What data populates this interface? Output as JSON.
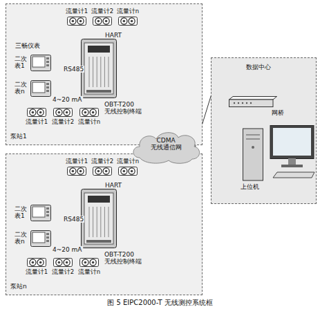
{
  "diagram": {
    "caption": "图 5 EIPC2000-T 无线测控系统框",
    "nodes": [
      {
        "text": [
          "泵站1"
        ]
      },
      {
        "text": [
          "流量计1"
        ],
        "in": 0
      },
      {
        "text": [
          "流量计2"
        ],
        "in": 0
      },
      {
        "text": [
          "流量计n"
        ],
        "in": 0
      },
      {
        "text": [
          "二次表1"
        ],
        "in": 0
      },
      {
        "text": [
          "二次表n"
        ],
        "in": 0
      },
      {
        "text": [
          "OBT-T200 无线控制终端"
        ],
        "in": 0
      },
      {
        "text": [
          "流量计1"
        ],
        "in": 0
      },
      {
        "text": [
          "流量计2"
        ],
        "in": 0
      },
      {
        "text": [
          "流量计n"
        ],
        "in": 0
      },
      {
        "text": [
          "泵站n"
        ]
      },
      {
        "text": [
          "流量计1"
        ],
        "in": 10
      },
      {
        "text": [
          "流量计2"
        ],
        "in": 10
      },
      {
        "text": [
          "流量计n"
        ],
        "in": 10
      },
      {
        "text": [
          "二次表1"
        ],
        "in": 10
      },
      {
        "text": [
          "二次表n"
        ],
        "in": 10
      },
      {
        "text": [
          "OBT-T200 无线控制终端"
        ],
        "in": 10
      },
      {
        "text": [
          "流量计1"
        ],
        "in": 10
      },
      {
        "text": [
          "流量计2"
        ],
        "in": 10
      },
      {
        "text": [
          "流量计n"
        ],
        "in": 10
      },
      {
        "text": [
          "CDMA 无线通信网"
        ]
      },
      {
        "text": [
          "数据中心"
        ]
      },
      {
        "text": [
          "网桥"
        ],
        "in": 21
      },
      {
        "text": [
          "上位机"
        ],
        "in": 21
      }
    ],
    "edges": [
      {
        "from": 1,
        "to": 6,
        "arrow": "none",
        "label": "HART"
      },
      {
        "from": 2,
        "to": 6,
        "arrow": "none"
      },
      {
        "from": 3,
        "to": 6,
        "arrow": "none"
      },
      {
        "from": 4,
        "to": 6,
        "arrow": "none",
        "label": "RS485"
      },
      {
        "from": 5,
        "to": 6,
        "arrow": "none"
      },
      {
        "from": 7,
        "to": 6,
        "arrow": "none",
        "label": "4~20 mA"
      },
      {
        "from": 8,
        "to": 6,
        "arrow": "none"
      },
      {
        "from": 9,
        "to": 6,
        "arrow": "none"
      },
      {
        "from": 11,
        "to": 16,
        "arrow": "none",
        "label": "HART"
      },
      {
        "from": 12,
        "to": 16,
        "arrow": "none"
      },
      {
        "from": 13,
        "to": 16,
        "arrow": "none"
      },
      {
        "from": 14,
        "to": 16,
        "arrow": "none",
        "label": "RS485"
      },
      {
        "from": 15,
        "to": 16,
        "arrow": "none"
      },
      {
        "from": 17,
        "to": 16,
        "arrow": "none",
        "label": "4~20 mA"
      },
      {
        "from": 18,
        "to": 16,
        "arrow": "none"
      },
      {
        "from": 19,
        "to": 16,
        "arrow": "none"
      },
      {
        "from": 6,
        "to": 20,
        "arrow": "none"
      },
      {
        "from": 16,
        "to": 20,
        "arrow": "none"
      },
      {
        "from": 20,
        "to": 22,
        "arrow": "none"
      },
      {
        "from": 22,
        "to": 23,
        "arrow": "none"
      }
    ],
    "labels": [
      "三畅仪表"
    ]
  }
}
